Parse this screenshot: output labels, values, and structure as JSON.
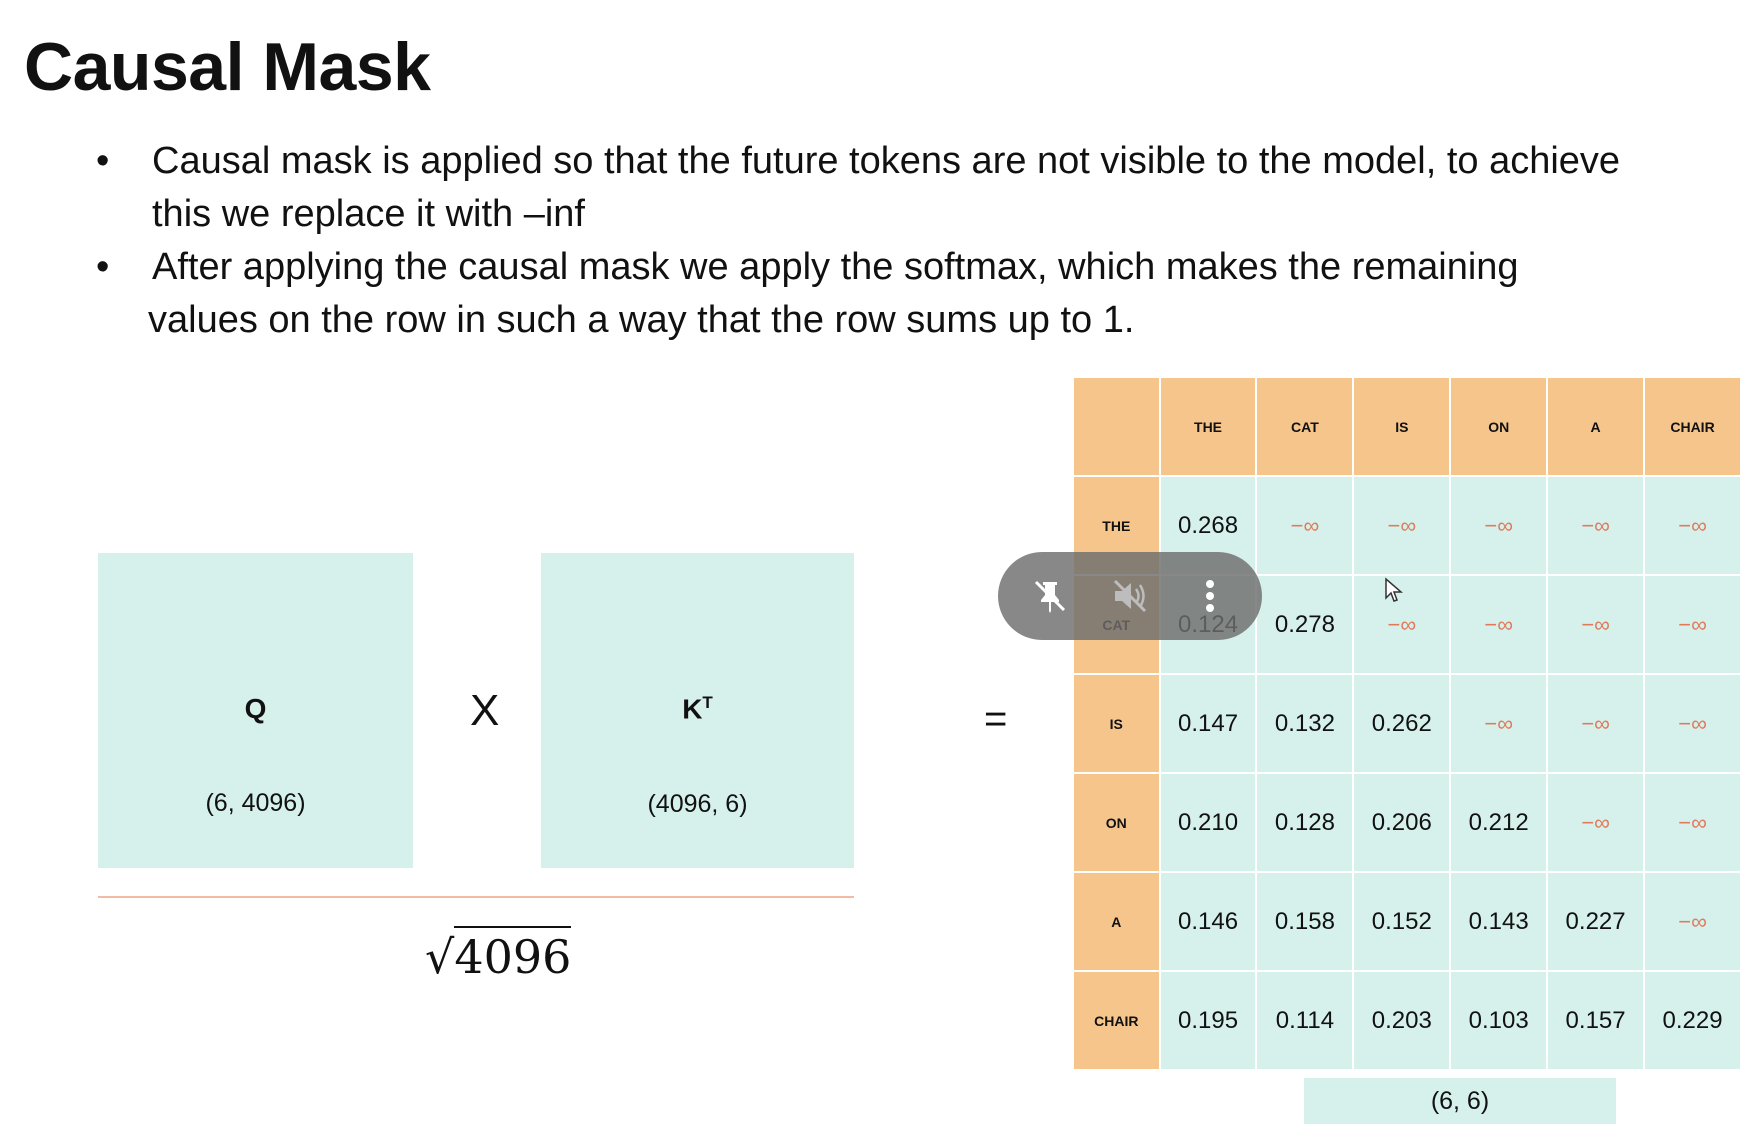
{
  "slide": {
    "title": "Causal Mask",
    "bullets": [
      {
        "line1": "Causal mask is applied so that the future tokens are not visible to the model, to achieve",
        "line2": "this we replace it with –inf"
      },
      {
        "line1": "After applying the causal mask we apply the softmax, which makes the remaining",
        "line2": "values on the row in such a way that the row sums up to 1."
      }
    ],
    "bullet_symbol": "•"
  },
  "formula": {
    "q_label": "Q",
    "q_dim": "(6, 4096)",
    "times": "X",
    "k_label": "K",
    "k_sup": "T",
    "k_dim": "(4096, 6)",
    "equals": "=",
    "sqrt_symbol": "√",
    "denominator": "4096"
  },
  "matrix": {
    "tokens": [
      "THE",
      "CAT",
      "IS",
      "ON",
      "A",
      "CHAIR"
    ],
    "rows": [
      [
        "0.268",
        "−∞",
        "−∞",
        "−∞",
        "−∞",
        "−∞"
      ],
      [
        "0.124",
        "0.278",
        "−∞",
        "−∞",
        "−∞",
        "−∞"
      ],
      [
        "0.147",
        "0.132",
        "0.262",
        "−∞",
        "−∞",
        "−∞"
      ],
      [
        "0.210",
        "0.128",
        "0.206",
        "0.212",
        "−∞",
        "−∞"
      ],
      [
        "0.146",
        "0.158",
        "0.152",
        "0.143",
        "0.227",
        "−∞"
      ],
      [
        "0.195",
        "0.114",
        "0.203",
        "0.103",
        "0.157",
        "0.229"
      ]
    ],
    "result_dim": "(6, 6)"
  },
  "overlay": {
    "icons": [
      "unpin-icon",
      "mute-icon",
      "more-options-icon"
    ]
  },
  "colors": {
    "matrix_fill": "#d6f1ec",
    "header_fill": "#f6c58c",
    "neg_inf": "#e07a5a",
    "fraction_line": "#f2b9a4"
  }
}
